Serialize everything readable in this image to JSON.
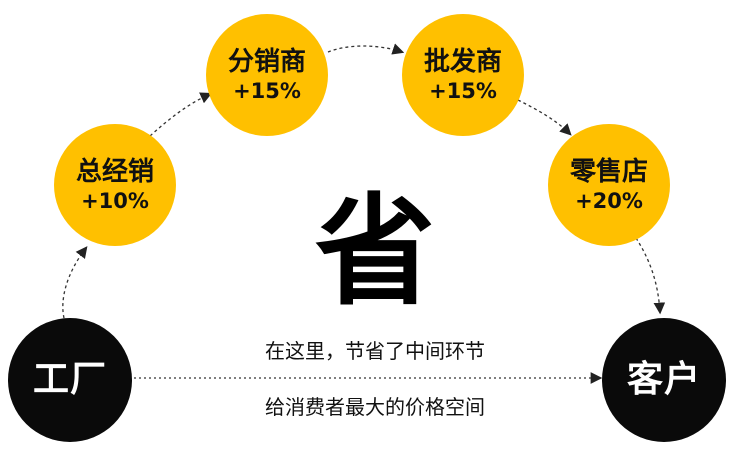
{
  "nodes": {
    "factory": {
      "name": "工厂"
    },
    "distributor": {
      "name": "总经销",
      "markup": "+10%"
    },
    "sub_distributor": {
      "name": "分销商",
      "markup": "+15%"
    },
    "wholesaler": {
      "name": "批发商",
      "markup": "+15%"
    },
    "retailer": {
      "name": "零售店",
      "markup": "+20%"
    },
    "customer": {
      "name": "客户"
    }
  },
  "center_char": "省",
  "captions": {
    "line1": "在这里，节省了中间环节",
    "line2": "给消费者最大的价格空间"
  },
  "colors": {
    "node_yellow": "#FFC000",
    "node_black": "#0a0a0a",
    "arrow": "#333333"
  }
}
